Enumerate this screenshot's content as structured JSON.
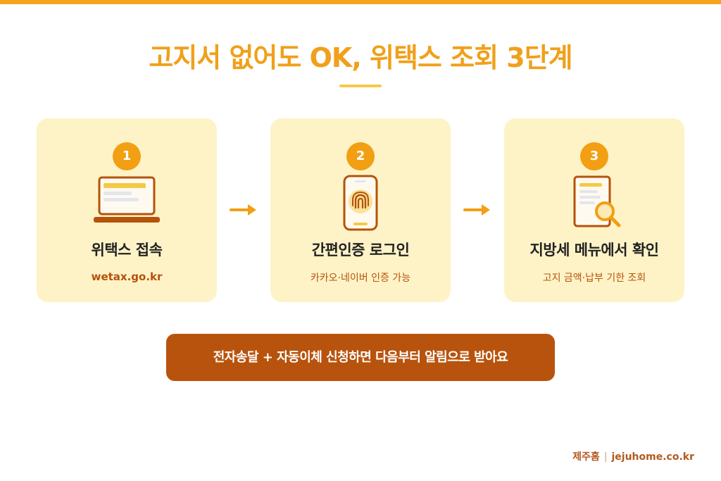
{
  "header": {
    "title": "고지서 없어도 OK, 위택스 조회 3단계"
  },
  "steps": [
    {
      "number": "1",
      "icon": "laptop-icon",
      "title": "위택스 접속",
      "subtitle": "wetax.go.kr"
    },
    {
      "number": "2",
      "icon": "phone-fingerprint-icon",
      "title": "간편인증 로그인",
      "subtitle": "카카오·네이버 인증 가능"
    },
    {
      "number": "3",
      "icon": "document-search-icon",
      "title": "지방세 메뉴에서 확인",
      "subtitle": "고지 금액·납부 기한 조회"
    }
  ],
  "cta": {
    "text": "전자송달 + 자동이체 신청하면 다음부터 알림으로 받아요"
  },
  "footer": {
    "brand": "제주홈",
    "separator": "|",
    "site": "jejuhome.co.kr"
  },
  "colors": {
    "accent": "#f5a21c",
    "card": "#fef3c7",
    "cta": "#b8530d",
    "icon_stroke": "#b5530a"
  }
}
